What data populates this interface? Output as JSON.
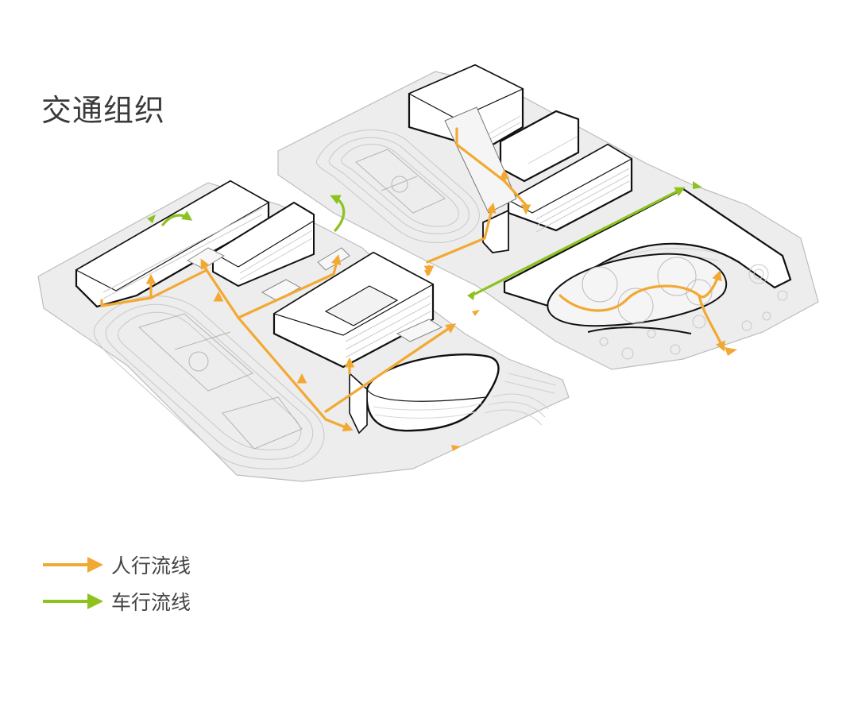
{
  "title": "交通组织",
  "legend": [
    {
      "label": "人行流线",
      "color": "#F2A933",
      "icon": "orange-arrow-icon"
    },
    {
      "label": "车行流线",
      "color": "#8DC21F",
      "icon": "green-arrow-icon"
    }
  ],
  "colors": {
    "pedestrian": "#F2A933",
    "vehicle": "#8DC21F",
    "site": "#EFEFEF",
    "outline": "#111111"
  }
}
